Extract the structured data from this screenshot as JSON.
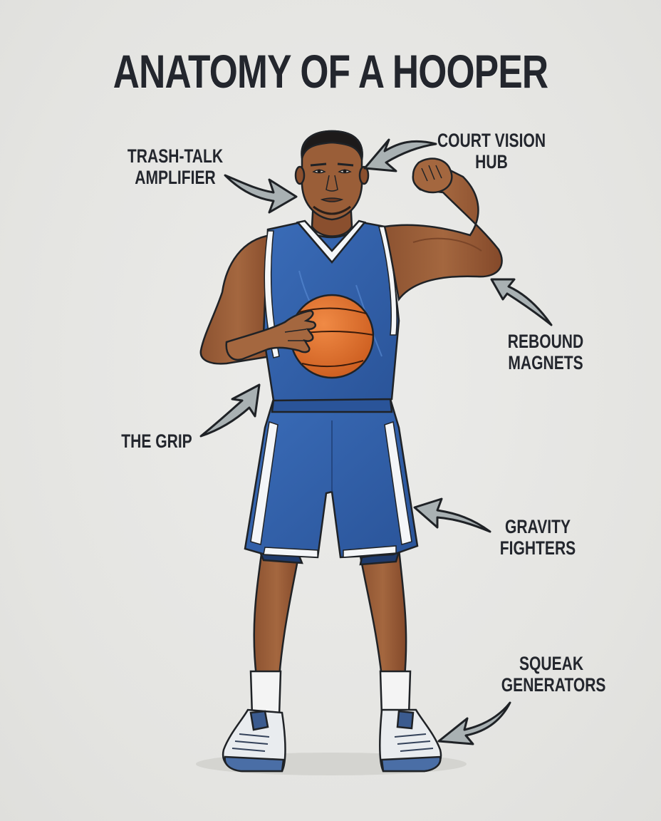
{
  "title": "ANATOMY OF A HOOPER",
  "callouts": [
    {
      "id": "trash-talk",
      "lines": [
        "TRASH-TALK",
        "AMPLIFIER"
      ],
      "points_to": "mouth / jaw"
    },
    {
      "id": "court-vision",
      "lines": [
        "COURT VISION",
        "HUB"
      ],
      "points_to": "head / eyes"
    },
    {
      "id": "rebound",
      "lines": [
        "REBOUND",
        "MAGNETS"
      ],
      "points_to": "flexed arm"
    },
    {
      "id": "grip",
      "lines": [
        "THE GRIP"
      ],
      "points_to": "hand on basketball"
    },
    {
      "id": "gravity",
      "lines": [
        "GRAVITY",
        "FIGHTERS"
      ],
      "points_to": "legs / shorts"
    },
    {
      "id": "squeak",
      "lines": [
        "SQUEAK",
        "GENERATORS"
      ],
      "points_to": "sneakers"
    }
  ],
  "illustration": {
    "subject": "basketball player flexing right arm, holding basketball",
    "colors": {
      "jersey": "#2f5fa8",
      "jersey_shadow": "#224a88",
      "trim": "#f4f6f8",
      "skin": "#9a5e38",
      "skin_shadow": "#7a4528",
      "ball": "#e0702c",
      "hair": "#1d1a1a",
      "socks": "#f4f4f4",
      "shoes": "#e9ecef",
      "shoe_accent": "#3b5b8f",
      "arrow_fill": "#a9b1b3",
      "outline": "#1f2226",
      "text": "#23262d",
      "background": "#e6e6e3"
    }
  }
}
